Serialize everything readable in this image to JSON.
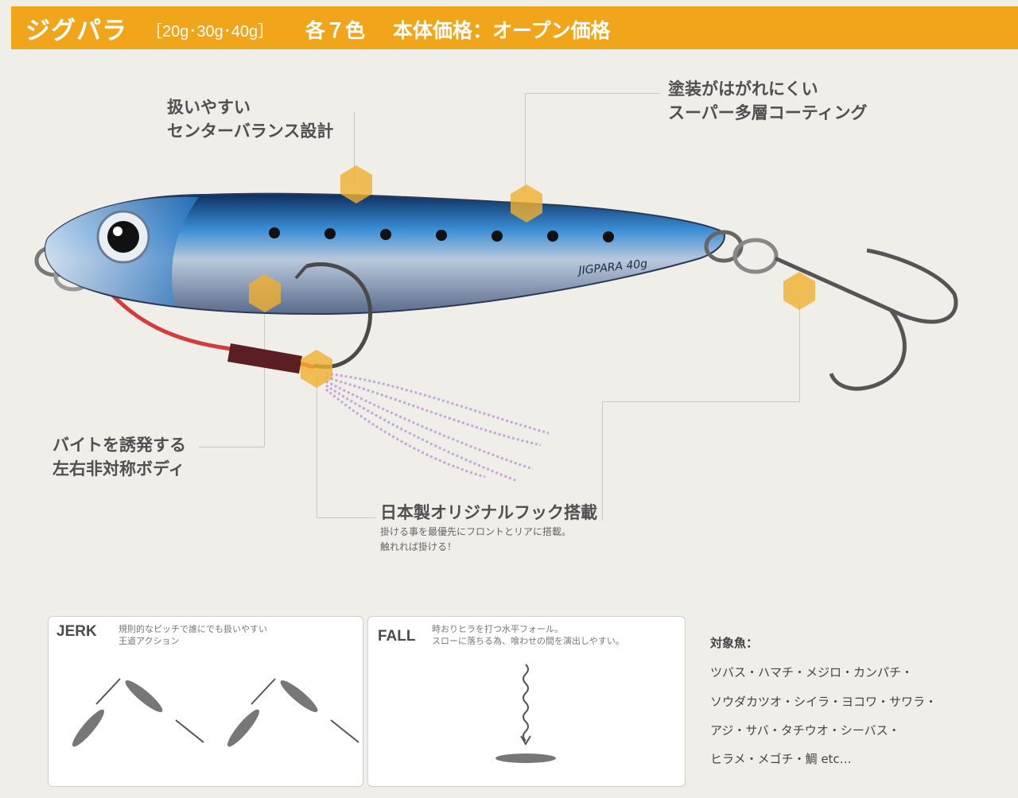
{
  "header": {
    "title": "ジグパラ",
    "sizes": "［20g･30g･40g］",
    "colors": "各７色",
    "price": "本体価格：オープン価格"
  },
  "callouts": {
    "balance": [
      "扱いやすい",
      "センターバランス設計"
    ],
    "coating": [
      "塗装がはがれにくい",
      "スーパー多層コーティング"
    ],
    "body": [
      "バイトを誘発する",
      "左右非対称ボディ"
    ],
    "hook": {
      "title": "日本製オリジナルフック搭載",
      "desc": [
        "掛ける事を最優先にフロントとリアに搭載。",
        "触れれば掛ける！"
      ]
    }
  },
  "lure": {
    "label": "JIGPARA 40g",
    "body_color": "#1f6fb5",
    "marker_color": "#f0b030"
  },
  "jerk": {
    "title": "JERK",
    "desc": [
      "規則的なピッチで誰にでも扱いやすい",
      "王道アクション"
    ]
  },
  "fall": {
    "title": "FALL",
    "desc": [
      "時おりヒラを打つ水平フォール。",
      "スローに落ちる為、喰わせの間を演出しやすい。"
    ]
  },
  "target_fish": {
    "title": "対象魚：",
    "lines": [
      "ツバス・ハマチ・メジロ・カンパチ・",
      "ソウダカツオ・シイラ・ヨコワ・サワラ・",
      "アジ・サバ・タチウオ・シーバス・",
      "ヒラメ・メゴチ・鯛 etc…"
    ]
  }
}
